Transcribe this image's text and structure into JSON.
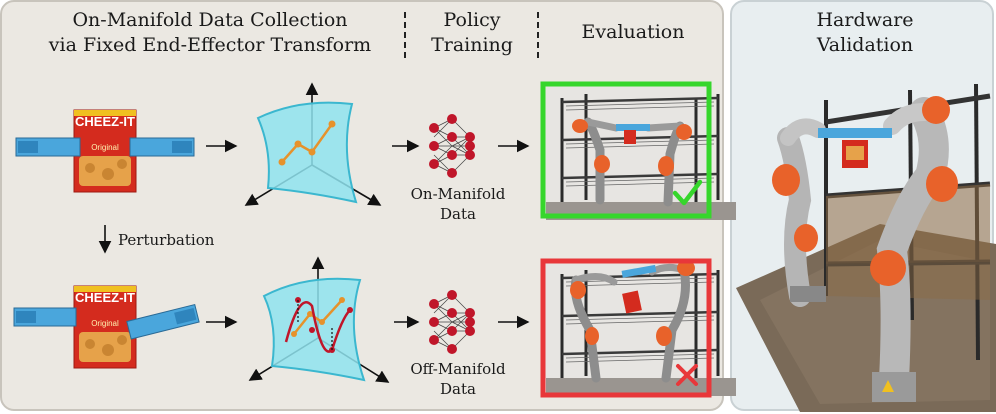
{
  "headers": {
    "collection": [
      "On-Manifold Data Collection",
      "via Fixed End-Effector Transform"
    ],
    "training": [
      "Policy",
      "Training"
    ],
    "evaluation": "Evaluation",
    "hardware": [
      "Hardware",
      "Validation"
    ]
  },
  "labels": {
    "perturbation": "Perturbation",
    "on_manifold": [
      "On-Manifold",
      "Data"
    ],
    "off_manifold": [
      "Off-Manifold",
      "Data"
    ],
    "box_brand": "CHEEZ-IT",
    "box_sub": "Original"
  },
  "colors": {
    "success": "#36d62c",
    "failure": "#e8373a",
    "manifold": "#8fe3ef",
    "network": "#c0162a",
    "trajectory": "#e6922b",
    "gripper": "#4aa6dc",
    "robot_orange": "#e8622a"
  },
  "icons": {
    "success": "check-icon",
    "failure": "cross-icon"
  }
}
